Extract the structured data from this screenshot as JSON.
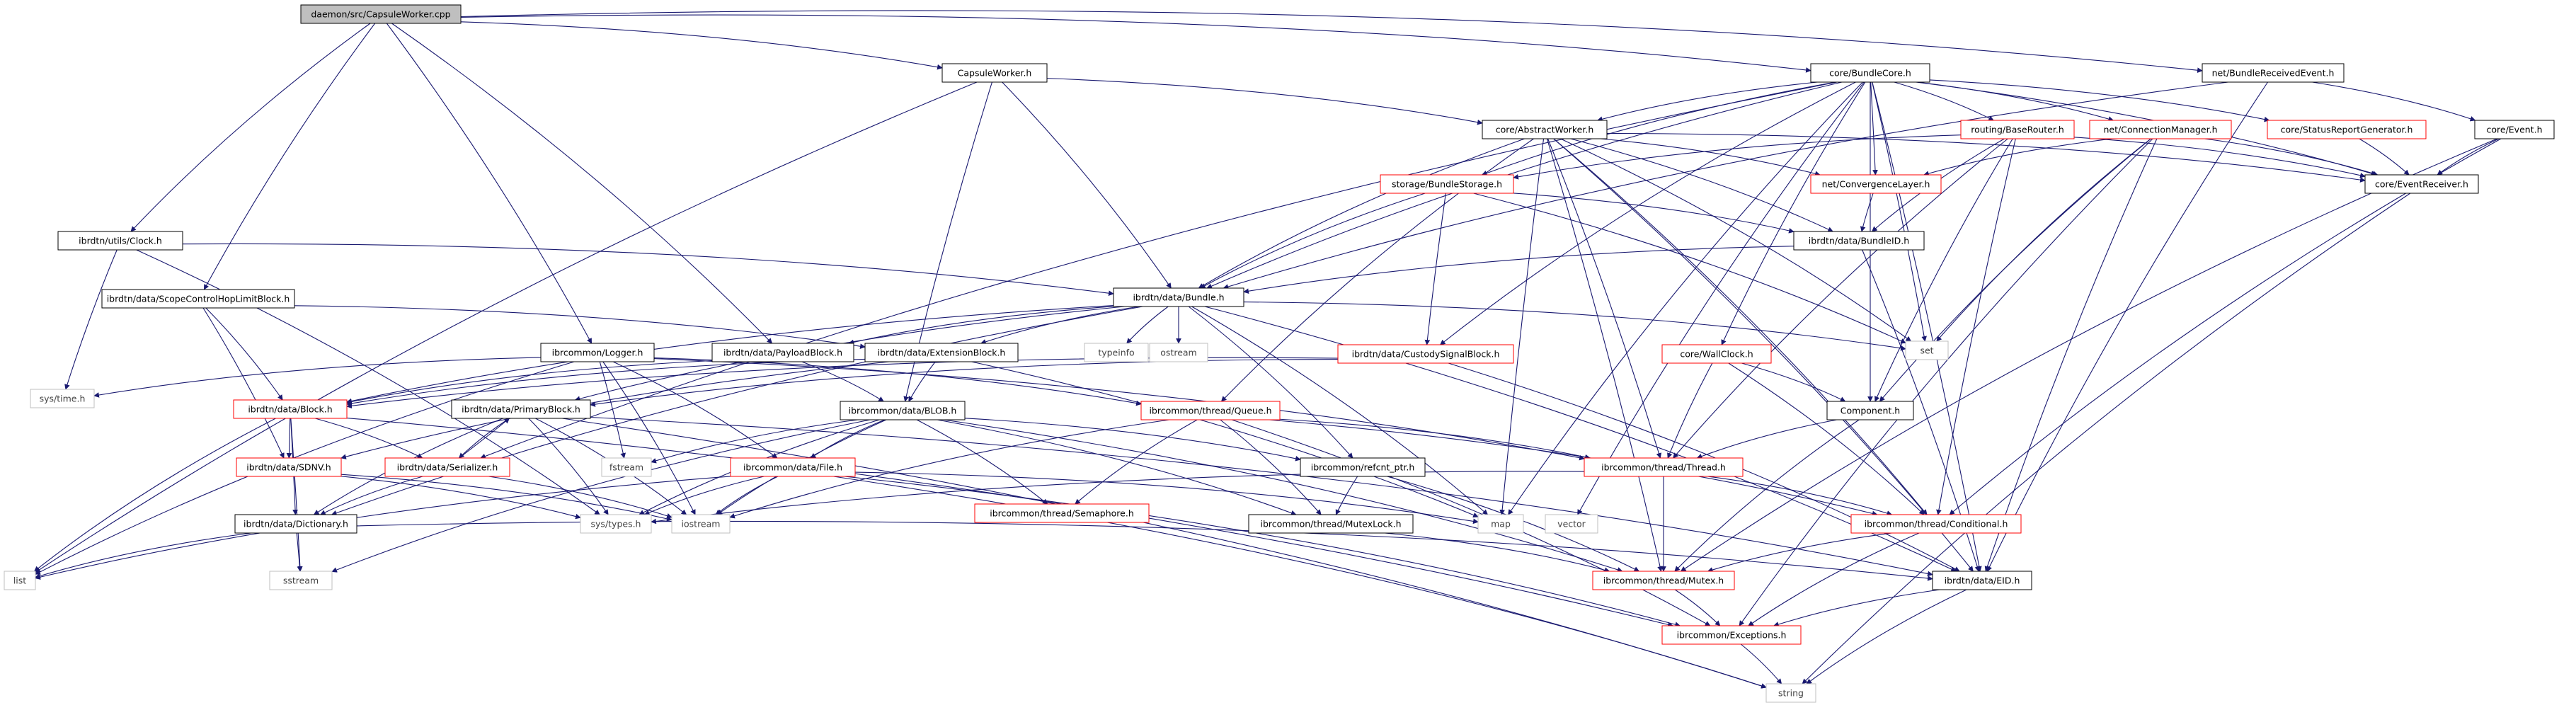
{
  "nodes": {
    "n_daemon": {
      "label": "daemon/src/CapsuleWorker.cpp",
      "kind": "root"
    },
    "n_capsuleworker_h": {
      "label": "CapsuleWorker.h",
      "kind": "normal"
    },
    "n_bundlecore": {
      "label": "core/BundleCore.h",
      "kind": "normal"
    },
    "n_bundlereceived": {
      "label": "net/BundleReceivedEvent.h",
      "kind": "normal"
    },
    "n_abstractworker": {
      "label": "core/AbstractWorker.h",
      "kind": "normal"
    },
    "n_routing": {
      "label": "routing/BaseRouter.h",
      "kind": "red"
    },
    "n_connmanager": {
      "label": "net/ConnectionManager.h",
      "kind": "red"
    },
    "n_statusreport": {
      "label": "core/StatusReportGenerator.h",
      "kind": "red"
    },
    "n_event": {
      "label": "core/Event.h",
      "kind": "normal"
    },
    "n_storage": {
      "label": "storage/BundleStorage.h",
      "kind": "red"
    },
    "n_convergence": {
      "label": "net/ConvergenceLayer.h",
      "kind": "red"
    },
    "n_eventreceiver": {
      "label": "core/EventReceiver.h",
      "kind": "normal"
    },
    "n_clock": {
      "label": "ibrdtn/utils/Clock.h",
      "kind": "normal"
    },
    "n_bundleid": {
      "label": "ibrdtn/data/BundleID.h",
      "kind": "normal"
    },
    "n_bundle": {
      "label": "ibrdtn/data/Bundle.h",
      "kind": "normal"
    },
    "n_scopecontrol": {
      "label": "ibrdtn/data/ScopeControlHopLimitBlock.h",
      "kind": "normal"
    },
    "n_logger": {
      "label": "ibrcommon/Logger.h",
      "kind": "normal"
    },
    "n_payloadblock": {
      "label": "ibrdtn/data/PayloadBlock.h",
      "kind": "normal"
    },
    "n_extensionblock": {
      "label": "ibrdtn/data/ExtensionBlock.h",
      "kind": "normal"
    },
    "n_typeinfo": {
      "label": "typeinfo",
      "kind": "system"
    },
    "n_ostream": {
      "label": "ostream",
      "kind": "system"
    },
    "n_custody": {
      "label": "ibrdtn/data/CustodySignalBlock.h",
      "kind": "red"
    },
    "n_wallclock": {
      "label": "core/WallClock.h",
      "kind": "red"
    },
    "n_set": {
      "label": "set",
      "kind": "system"
    },
    "n_systime": {
      "label": "sys/time.h",
      "kind": "system"
    },
    "n_block": {
      "label": "ibrdtn/data/Block.h",
      "kind": "red"
    },
    "n_primaryblock": {
      "label": "ibrdtn/data/PrimaryBlock.h",
      "kind": "normal"
    },
    "n_queue": {
      "label": "ibrcommon/thread/Queue.h",
      "kind": "red"
    },
    "n_blob": {
      "label": "ibrcommon/data/BLOB.h",
      "kind": "normal"
    },
    "n_component": {
      "label": "Component.h",
      "kind": "normal"
    },
    "n_sdnv": {
      "label": "ibrdtn/data/SDNV.h",
      "kind": "red"
    },
    "n_serializer": {
      "label": "ibrdtn/data/Serializer.h",
      "kind": "red"
    },
    "n_fstream": {
      "label": "fstream",
      "kind": "system"
    },
    "n_file": {
      "label": "ibrcommon/data/File.h",
      "kind": "red"
    },
    "n_semaphore": {
      "label": "ibrcommon/thread/Semaphore.h",
      "kind": "red"
    },
    "n_refcnt": {
      "label": "ibrcommon/refcnt_ptr.h",
      "kind": "normal"
    },
    "n_thread": {
      "label": "ibrcommon/thread/Thread.h",
      "kind": "red"
    },
    "n_systypes": {
      "label": "sys/types.h",
      "kind": "system"
    },
    "n_iostream": {
      "label": "iostream",
      "kind": "system"
    },
    "n_map": {
      "label": "map",
      "kind": "system"
    },
    "n_vector": {
      "label": "vector",
      "kind": "system"
    },
    "n_dictionary": {
      "label": "ibrdtn/data/Dictionary.h",
      "kind": "normal"
    },
    "n_mutexlock": {
      "label": "ibrcommon/thread/MutexLock.h",
      "kind": "normal"
    },
    "n_conditional": {
      "label": "ibrcommon/thread/Conditional.h",
      "kind": "red"
    },
    "n_list": {
      "label": "list",
      "kind": "system"
    },
    "n_sstream": {
      "label": "sstream",
      "kind": "system"
    },
    "n_mutex": {
      "label": "ibrcommon/thread/Mutex.h",
      "kind": "red"
    },
    "n_eid": {
      "label": "ibrdtn/data/EID.h",
      "kind": "normal"
    },
    "n_exceptions": {
      "label": "ibrcommon/Exceptions.h",
      "kind": "red"
    },
    "n_string": {
      "label": "string",
      "kind": "system"
    }
  },
  "edges": [
    [
      "n_daemon",
      "n_capsuleworker_h"
    ],
    [
      "n_daemon",
      "n_bundlecore"
    ],
    [
      "n_daemon",
      "n_bundlereceived"
    ],
    [
      "n_daemon",
      "n_clock"
    ],
    [
      "n_daemon",
      "n_scopecontrol"
    ],
    [
      "n_daemon",
      "n_logger"
    ],
    [
      "n_daemon",
      "n_payloadblock"
    ],
    [
      "n_capsuleworker_h",
      "n_abstractworker"
    ],
    [
      "n_capsuleworker_h",
      "n_bundle"
    ],
    [
      "n_capsuleworker_h",
      "n_blob"
    ],
    [
      "n_capsuleworker_h",
      "n_list"
    ],
    [
      "n_bundlecore",
      "n_abstractworker"
    ],
    [
      "n_bundlecore",
      "n_routing"
    ],
    [
      "n_bundlecore",
      "n_connmanager"
    ],
    [
      "n_bundlecore",
      "n_statusreport"
    ],
    [
      "n_bundlecore",
      "n_eventreceiver"
    ],
    [
      "n_bundlecore",
      "n_storage"
    ],
    [
      "n_bundlecore",
      "n_convergence"
    ],
    [
      "n_bundlecore",
      "n_bundle"
    ],
    [
      "n_bundlecore",
      "n_custody"
    ],
    [
      "n_bundlecore",
      "n_wallclock"
    ],
    [
      "n_bundlecore",
      "n_set"
    ],
    [
      "n_bundlecore",
      "n_component"
    ],
    [
      "n_bundlecore",
      "n_eid"
    ],
    [
      "n_bundlecore",
      "n_vector"
    ],
    [
      "n_bundlecore",
      "n_map"
    ],
    [
      "n_bundlecore",
      "n_serializer"
    ],
    [
      "n_bundlereceived",
      "n_event"
    ],
    [
      "n_bundlereceived",
      "n_bundle"
    ],
    [
      "n_bundlereceived",
      "n_eid"
    ],
    [
      "n_abstractworker",
      "n_bundle"
    ],
    [
      "n_abstractworker",
      "n_eventreceiver"
    ],
    [
      "n_abstractworker",
      "n_convergence"
    ],
    [
      "n_abstractworker",
      "n_bundleid"
    ],
    [
      "n_abstractworker",
      "n_set"
    ],
    [
      "n_abstractworker",
      "n_queue"
    ],
    [
      "n_abstractworker",
      "n_thread"
    ],
    [
      "n_abstractworker",
      "n_mutex"
    ],
    [
      "n_abstractworker",
      "n_conditional"
    ],
    [
      "n_abstractworker",
      "n_eid"
    ],
    [
      "n_abstractworker",
      "n_map"
    ],
    [
      "n_routing",
      "n_storage"
    ],
    [
      "n_routing",
      "n_eventreceiver"
    ],
    [
      "n_routing",
      "n_bundleid"
    ],
    [
      "n_routing",
      "n_component"
    ],
    [
      "n_routing",
      "n_thread"
    ],
    [
      "n_routing",
      "n_conditional"
    ],
    [
      "n_connmanager",
      "n_convergence"
    ],
    [
      "n_connmanager",
      "n_eventreceiver"
    ],
    [
      "n_connmanager",
      "n_component"
    ],
    [
      "n_connmanager",
      "n_set"
    ],
    [
      "n_connmanager",
      "n_eid"
    ],
    [
      "n_connmanager",
      "n_exceptions"
    ],
    [
      "n_statusreport",
      "n_eventreceiver"
    ],
    [
      "n_event",
      "n_eventreceiver"
    ],
    [
      "n_event",
      "n_conditional"
    ],
    [
      "n_event",
      "n_mutex"
    ],
    [
      "n_eventreceiver",
      "n_string"
    ],
    [
      "n_storage",
      "n_bundle"
    ],
    [
      "n_storage",
      "n_bundleid"
    ],
    [
      "n_storage",
      "n_custody"
    ],
    [
      "n_storage",
      "n_set"
    ],
    [
      "n_convergence",
      "n_bundleid"
    ],
    [
      "n_bundleid",
      "n_bundle"
    ],
    [
      "n_bundleid",
      "n_eid"
    ],
    [
      "n_clock",
      "n_bundle"
    ],
    [
      "n_clock",
      "n_systime"
    ],
    [
      "n_clock",
      "n_systypes"
    ],
    [
      "n_bundle",
      "n_payloadblock"
    ],
    [
      "n_bundle",
      "n_extensionblock"
    ],
    [
      "n_bundle",
      "n_typeinfo"
    ],
    [
      "n_bundle",
      "n_ostream"
    ],
    [
      "n_bundle",
      "n_set"
    ],
    [
      "n_bundle",
      "n_block"
    ],
    [
      "n_bundle",
      "n_primaryblock"
    ],
    [
      "n_bundle",
      "n_refcnt"
    ],
    [
      "n_bundle",
      "n_map"
    ],
    [
      "n_bundle",
      "n_eid"
    ],
    [
      "n_bundle",
      "n_dictionary"
    ],
    [
      "n_scopecontrol",
      "n_block"
    ],
    [
      "n_scopecontrol",
      "n_extensionblock"
    ],
    [
      "n_scopecontrol",
      "n_sdnv"
    ],
    [
      "n_logger",
      "n_systime"
    ],
    [
      "n_logger",
      "n_queue"
    ],
    [
      "n_logger",
      "n_file"
    ],
    [
      "n_logger",
      "n_fstream"
    ],
    [
      "n_logger",
      "n_iostream"
    ],
    [
      "n_logger",
      "n_list"
    ],
    [
      "n_logger",
      "n_thread"
    ],
    [
      "n_payloadblock",
      "n_block"
    ],
    [
      "n_payloadblock",
      "n_blob"
    ],
    [
      "n_extensionblock",
      "n_block"
    ],
    [
      "n_extensionblock",
      "n_blob"
    ],
    [
      "n_extensionblock",
      "n_map"
    ],
    [
      "n_extensionblock",
      "n_sdnv"
    ],
    [
      "n_custody",
      "n_block"
    ],
    [
      "n_custody",
      "n_eid"
    ],
    [
      "n_custody",
      "n_primaryblock"
    ],
    [
      "n_wallclock",
      "n_component"
    ],
    [
      "n_wallclock",
      "n_thread"
    ],
    [
      "n_wallclock",
      "n_conditional"
    ],
    [
      "n_block",
      "n_sdnv"
    ],
    [
      "n_block",
      "n_serializer"
    ],
    [
      "n_block",
      "n_dictionary"
    ],
    [
      "n_block",
      "n_list"
    ],
    [
      "n_block",
      "n_exceptions"
    ],
    [
      "n_block",
      "n_sstream"
    ],
    [
      "n_primaryblock",
      "n_serializer"
    ],
    [
      "n_primaryblock",
      "n_dictionary"
    ],
    [
      "n_primaryblock",
      "n_iostream"
    ],
    [
      "n_primaryblock",
      "n_string"
    ],
    [
      "n_primaryblock",
      "n_eid"
    ],
    [
      "n_primaryblock",
      "n_systypes"
    ],
    [
      "n_queue",
      "n_semaphore"
    ],
    [
      "n_queue",
      "n_mutexlock"
    ],
    [
      "n_queue",
      "n_conditional"
    ],
    [
      "n_queue",
      "n_thread"
    ],
    [
      "n_queue",
      "n_exceptions"
    ],
    [
      "n_queue",
      "n_iostream"
    ],
    [
      "n_blob",
      "n_file"
    ],
    [
      "n_blob",
      "n_semaphore"
    ],
    [
      "n_blob",
      "n_refcnt"
    ],
    [
      "n_blob",
      "n_mutexlock"
    ],
    [
      "n_blob",
      "n_mutex"
    ],
    [
      "n_blob",
      "n_fstream"
    ],
    [
      "n_blob",
      "n_iostream"
    ],
    [
      "n_blob",
      "n_sstream"
    ],
    [
      "n_blob",
      "n_systypes"
    ],
    [
      "n_component",
      "n_thread"
    ],
    [
      "n_component",
      "n_mutex"
    ],
    [
      "n_sdnv",
      "n_systypes"
    ],
    [
      "n_sdnv",
      "n_iostream"
    ],
    [
      "n_serializer",
      "n_dictionary"
    ],
    [
      "n_serializer",
      "n_primaryblock"
    ],
    [
      "n_serializer",
      "n_iostream"
    ],
    [
      "n_file",
      "n_systypes"
    ],
    [
      "n_file",
      "n_list"
    ],
    [
      "n_file",
      "n_map"
    ],
    [
      "n_file",
      "n_exceptions"
    ],
    [
      "n_file",
      "n_iostream"
    ],
    [
      "n_file",
      "n_string"
    ],
    [
      "n_refcnt",
      "n_mutexlock"
    ],
    [
      "n_refcnt",
      "n_mutex"
    ],
    [
      "n_thread",
      "n_mutex"
    ],
    [
      "n_thread",
      "n_conditional"
    ],
    [
      "n_thread",
      "n_systypes"
    ],
    [
      "n_dictionary",
      "n_eid"
    ],
    [
      "n_dictionary",
      "n_list"
    ],
    [
      "n_dictionary",
      "n_sstream"
    ],
    [
      "n_mutexlock",
      "n_mutex"
    ],
    [
      "n_conditional",
      "n_mutex"
    ],
    [
      "n_conditional",
      "n_exceptions"
    ],
    [
      "n_mutex",
      "n_exceptions"
    ],
    [
      "n_eid",
      "n_exceptions"
    ],
    [
      "n_eid",
      "n_string"
    ],
    [
      "n_exceptions",
      "n_string"
    ]
  ],
  "colors": {
    "normal_border": "#000000",
    "red_border": "#ff0000",
    "system_border": "#bfbfbf",
    "root_fill": "#bfbfbf",
    "edge": "#191970"
  }
}
